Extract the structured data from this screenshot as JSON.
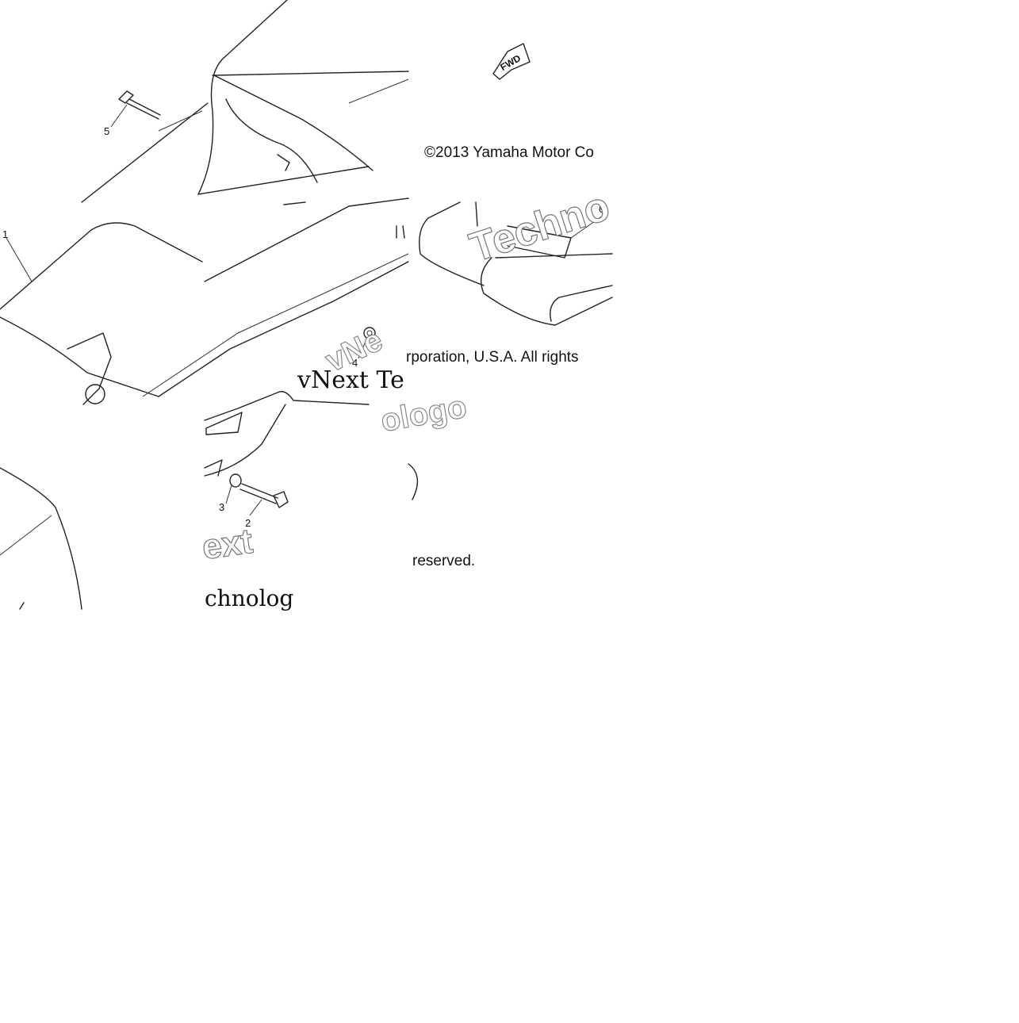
{
  "diagram": {
    "copyright_top": "©2013 Yamaha Motor Co",
    "copyright_mid": "rporation, U.S.A. All rights",
    "copyright_bottom": "reserved.",
    "fwd_marker": "FWD",
    "callouts": [
      "1",
      "2",
      "3",
      "4",
      "5",
      "6"
    ],
    "watermark_text": [
      "vNext Te",
      "chnolog",
      "ext",
      "Techno",
      "ologo",
      "vNe"
    ],
    "colors": {
      "line": "#222222",
      "background": "#ffffff"
    }
  }
}
